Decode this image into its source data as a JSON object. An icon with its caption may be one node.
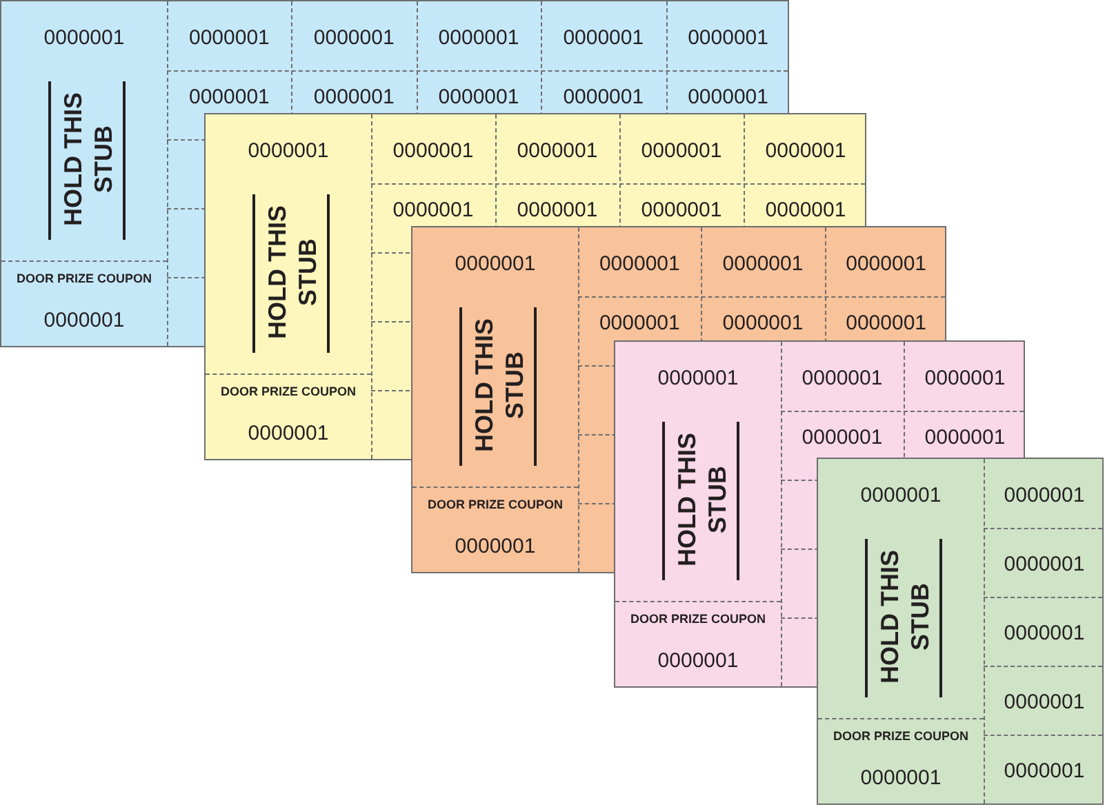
{
  "diagram": {
    "nodes": [
      {
        "text": [
          "0000001",
          "HOLD THIS STUB",
          "DOOR PRIZE COUPON",
          "0000001",
          "0000001",
          "0000001",
          "0000001",
          "0000001",
          "0000001",
          "0000001",
          "0000001",
          "0000001",
          "0000001",
          "0000001"
        ]
      },
      {
        "text": [
          "0000001",
          "HOLD THIS STUB",
          "DOOR PRIZE COUPON",
          "0000001",
          "0000001",
          "0000001",
          "0000001",
          "0000001",
          "0000001",
          "0000001",
          "0000001",
          "0000001"
        ]
      },
      {
        "text": [
          "0000001",
          "HOLD THIS STUB",
          "DOOR PRIZE COUPON",
          "0000001",
          "0000001",
          "0000001",
          "0000001",
          "0000001",
          "0000001",
          "0000001"
        ]
      },
      {
        "text": [
          "0000001",
          "HOLD THIS STUB",
          "DOOR PRIZE COUPON",
          "0000001",
          "0000001",
          "0000001",
          "0000001",
          "0000001"
        ]
      },
      {
        "text": [
          "0000001",
          "HOLD THIS STUB",
          "DOOR PRIZE COUPON",
          "0000001",
          "0000001",
          "0000001",
          "0000001",
          "0000001",
          "0000001"
        ]
      }
    ]
  }
}
